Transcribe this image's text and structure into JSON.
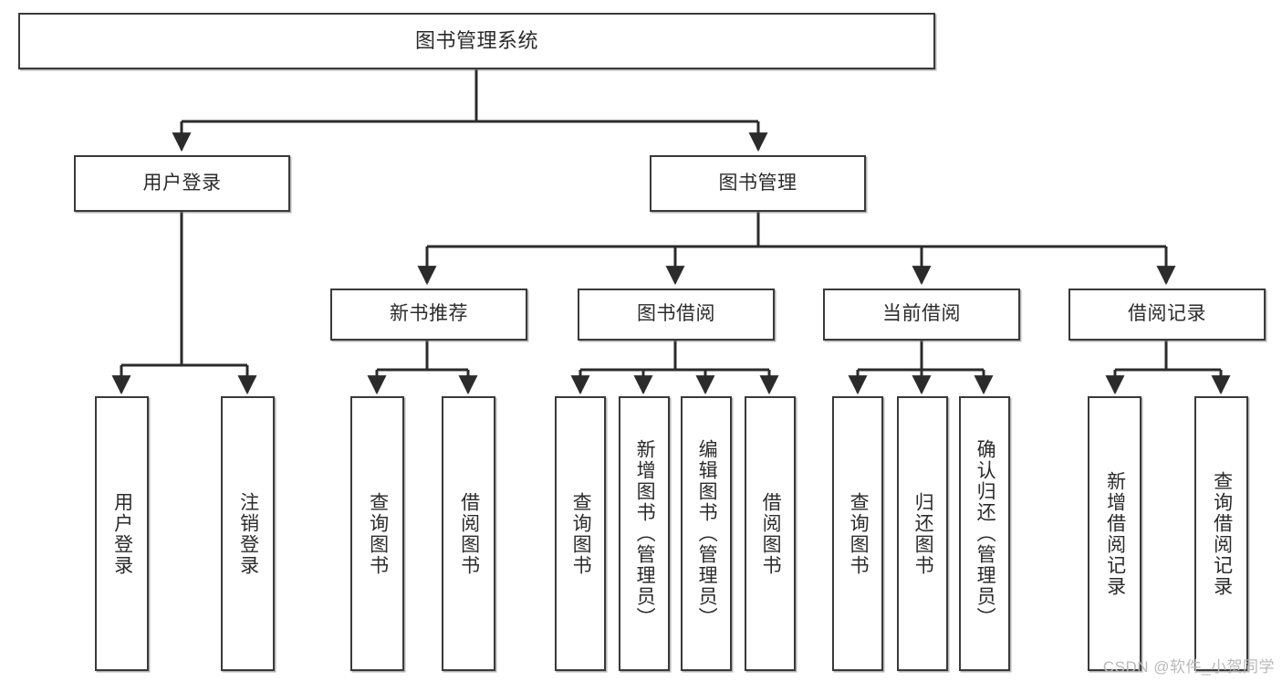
{
  "diagram": {
    "title": "图书管理系统",
    "type": "tree",
    "colors": {
      "border": "#3a3a3a",
      "text": "#2b2b2b",
      "background": "#ffffff",
      "connector": "#2b2b2b",
      "watermark": "#b9b9b9"
    },
    "root": {
      "label": "图书管理系统"
    },
    "level2": [
      {
        "label": "用户登录"
      },
      {
        "label": "图书管理"
      }
    ],
    "level3": [
      {
        "label": "新书推荐"
      },
      {
        "label": "图书借阅"
      },
      {
        "label": "当前借阅"
      },
      {
        "label": "借阅记录"
      }
    ],
    "leaves": [
      {
        "label": "用户登录",
        "parent": "用户登录"
      },
      {
        "label": "注销登录",
        "parent": "用户登录"
      },
      {
        "label": "查询图书",
        "parent": "新书推荐"
      },
      {
        "label": "借阅图书",
        "parent": "新书推荐"
      },
      {
        "label": "查询图书",
        "parent": "图书借阅"
      },
      {
        "label": "新增图书（管理员）",
        "parent": "图书借阅"
      },
      {
        "label": "编辑图书（管理员）",
        "parent": "图书借阅"
      },
      {
        "label": "借阅图书",
        "parent": "图书借阅"
      },
      {
        "label": "查询图书",
        "parent": "当前借阅"
      },
      {
        "label": "归还图书",
        "parent": "当前借阅"
      },
      {
        "label": "确认归还（管理员）",
        "parent": "当前借阅"
      },
      {
        "label": "新增借阅记录",
        "parent": "借阅记录"
      },
      {
        "label": "查询借阅记录",
        "parent": "借阅记录"
      }
    ]
  },
  "watermark": {
    "text": "CSDN @软件_小贺同学"
  }
}
